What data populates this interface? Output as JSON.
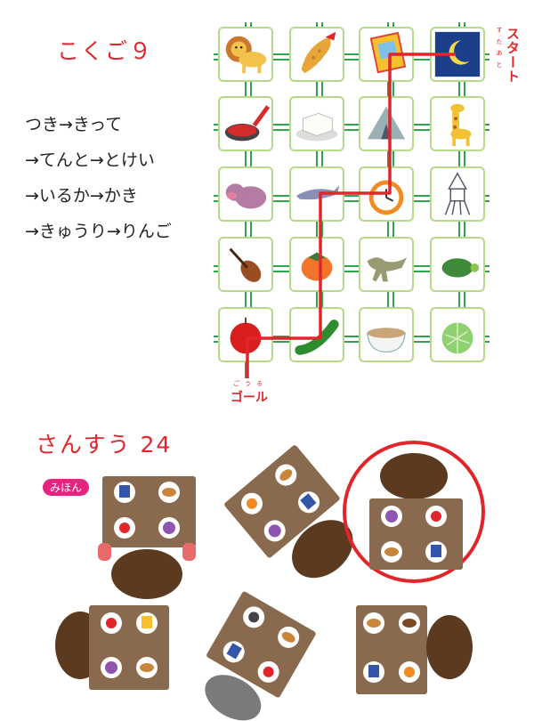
{
  "kokugo": {
    "title": "こくご９",
    "chain": [
      "つき→きって",
      "→てんと→とけい",
      "→いるか→かき",
      "→きゅうり→りんご"
    ],
    "start_label": "スタート",
    "start_ruby": "すたあと",
    "goal_label": "ゴール",
    "goal_ruby": "ごうる",
    "tiles": [
      [
        "lion-icon",
        "fried-shrimp-icon",
        "stamp-icon",
        "moon-icon"
      ],
      [
        "frying-pan-icon",
        "tofu-icon",
        "tent-icon",
        "giraffe-icon"
      ],
      [
        "hippo-icon",
        "dolphin-icon",
        "clock-icon",
        "squid-icon"
      ],
      [
        "violin-icon",
        "persimmon-icon",
        "dinosaur-icon",
        "turtle-icon"
      ],
      [
        "apple-icon",
        "cucumber-icon",
        "noodle-bowl-icon",
        "melon-icon"
      ]
    ]
  },
  "sansu": {
    "title": "さんすう 24",
    "sample_label": "みほん"
  },
  "colors": {
    "accent": "#e0262b",
    "grid_green": "#2ea44f",
    "tile_border": "#b7d98b",
    "badge_pink": "#e3257f"
  }
}
